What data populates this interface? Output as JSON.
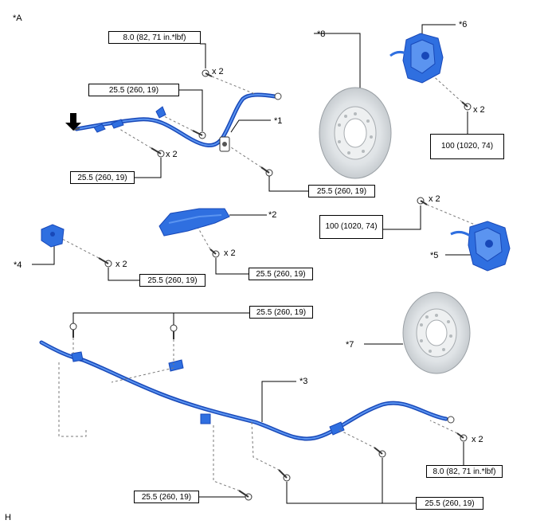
{
  "view_label": "*A",
  "footer_code": "H",
  "part_labels": {
    "p1": "*1",
    "p2": "*2",
    "p3": "*3",
    "p4": "*4",
    "p5": "*5",
    "p6": "*6",
    "p7": "*7",
    "p8": "*8"
  },
  "torque_specs": {
    "t_front_hose_union": "8.0 (82, 71 in.*lbf)",
    "t_front_clamp_upper": "25.5 (260, 19)",
    "t_front_clamp_left": "25.5 (260, 19)",
    "t_front_bracket": "25.5 (260, 19)",
    "t_caliper_front": "100 (1020, 74)",
    "t_caliper_rear": "100 (1020, 74)",
    "t_bracket_4": "25.5 (260, 19)",
    "t_shield_2": "25.5 (260, 19)",
    "t_rear_clamps": "25.5 (260, 19)",
    "t_rear_lower_left": "25.5 (260, 19)",
    "t_rear_lower_right": "25.5 (260, 19)",
    "t_rear_hose_union": "8.0 (82, 71 in.*lbf)"
  },
  "quantities": {
    "q_union_top": "x 2",
    "q_clamp_left": "x 2",
    "q_caliper_6": "x 2",
    "q_caliper_5": "x 2",
    "q_bracket_4": "x 2",
    "q_shield_2": "x 2",
    "q_rear_union": "x 2"
  },
  "colors": {
    "part_blue": "#2f6fe0",
    "part_blue_dark": "#1848b8",
    "rotor_gray": "#d9dde0",
    "line": "#000000",
    "dash": "#7a7a7a"
  },
  "icons": {
    "direction_arrow": "front-arrow-icon"
  }
}
